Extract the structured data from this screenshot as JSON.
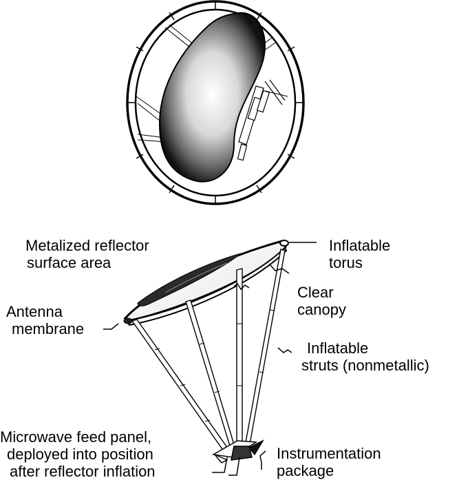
{
  "labels": {
    "metalized_reflector": [
      "Metalized reflector",
      "surface area"
    ],
    "inflatable_torus": [
      "Inflatable",
      "torus"
    ],
    "clear_canopy": [
      "Clear",
      "canopy"
    ],
    "antenna_membrane": [
      "Antenna",
      "membrane"
    ],
    "inflatable_struts": [
      "Inflatable",
      "struts (nonmetallic)"
    ],
    "microwave_feed_panel": [
      "Microwave feed panel,",
      "deployed into position",
      "after reflector inflation"
    ],
    "instrumentation_package": [
      "Instrumentation",
      "package"
    ]
  }
}
